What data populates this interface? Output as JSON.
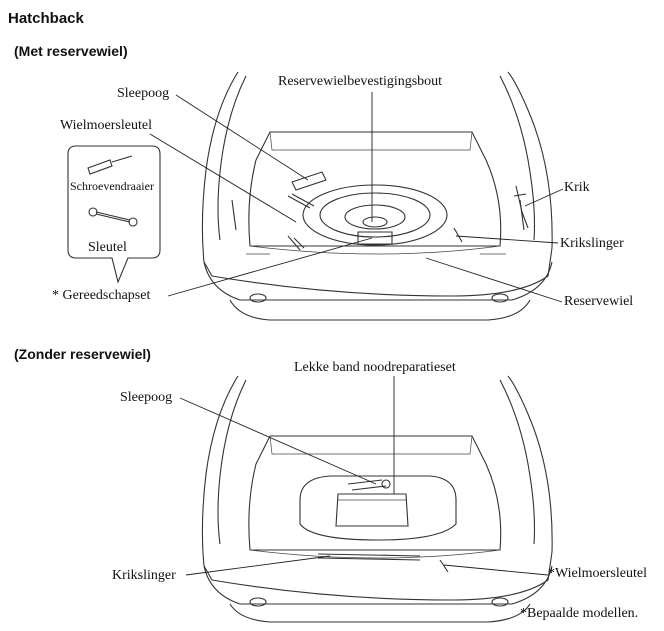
{
  "title": "Hatchback",
  "sections": [
    {
      "heading": "(Met reservewiel)",
      "labels": {
        "sleepoog": "Sleepoog",
        "bout": "Reservewielbevestigingsbout",
        "wielmoer": "Wielmoersleutel",
        "schroevendraaier": "Schroevendraaier",
        "sleutel": "Sleutel",
        "krik": "Krik",
        "krikslinger": "Krikslinger",
        "gereedschapset": "Gereedschapset",
        "gereedschapset_mark": "*",
        "reservewiel": "Reservewiel"
      }
    },
    {
      "heading": "(Zonder reservewiel)",
      "labels": {
        "lekke_band": "Lekke band noodreparatieset",
        "sleepoog": "Sleepoog",
        "krikslinger": "Krikslinger",
        "wielmoer": "Wielmoersleutel",
        "wielmoer_mark": "*"
      }
    }
  ],
  "footnote": {
    "mark": "*",
    "text": "Bepaalde modellen."
  }
}
